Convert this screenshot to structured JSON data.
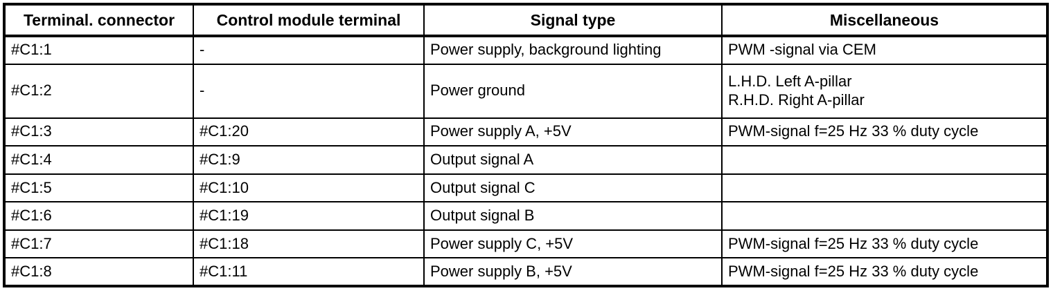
{
  "table": {
    "columns": [
      {
        "key": "terminal_connector",
        "label": "Terminal. connector"
      },
      {
        "key": "control_module_terminal",
        "label": "Control module terminal"
      },
      {
        "key": "signal_type",
        "label": "Signal type"
      },
      {
        "key": "miscellaneous",
        "label": "Miscellaneous"
      }
    ],
    "rows": [
      {
        "terminal_connector": "#C1:1",
        "control_module_terminal": "-",
        "signal_type": "Power supply, background lighting",
        "miscellaneous": "PWM -signal via CEM"
      },
      {
        "terminal_connector": "#C1:2",
        "control_module_terminal": "-",
        "signal_type": "Power ground",
        "miscellaneous": "L.H.D. Left A-pillar\nR.H.D. Right A-pillar"
      },
      {
        "terminal_connector": "#C1:3",
        "control_module_terminal": "#C1:20",
        "signal_type": "Power supply A, +5V",
        "miscellaneous": "PWM-signal f=25 Hz 33 % duty cycle"
      },
      {
        "terminal_connector": "#C1:4",
        "control_module_terminal": "#C1:9",
        "signal_type": "Output signal A",
        "miscellaneous": ""
      },
      {
        "terminal_connector": "#C1:5",
        "control_module_terminal": "#C1:10",
        "signal_type": "Output signal C",
        "miscellaneous": ""
      },
      {
        "terminal_connector": "#C1:6",
        "control_module_terminal": "#C1:19",
        "signal_type": "Output signal B",
        "miscellaneous": ""
      },
      {
        "terminal_connector": "#C1:7",
        "control_module_terminal": "#C1:18",
        "signal_type": "Power supply C, +5V",
        "miscellaneous": "PWM-signal f=25 Hz 33 % duty cycle"
      },
      {
        "terminal_connector": "#C1:8",
        "control_module_terminal": "#C1:11",
        "signal_type": "Power supply B, +5V",
        "miscellaneous": "PWM-signal f=25 Hz 33 % duty cycle"
      }
    ]
  },
  "colors": {
    "border": "#000000",
    "background": "#ffffff",
    "text": "#000000"
  }
}
